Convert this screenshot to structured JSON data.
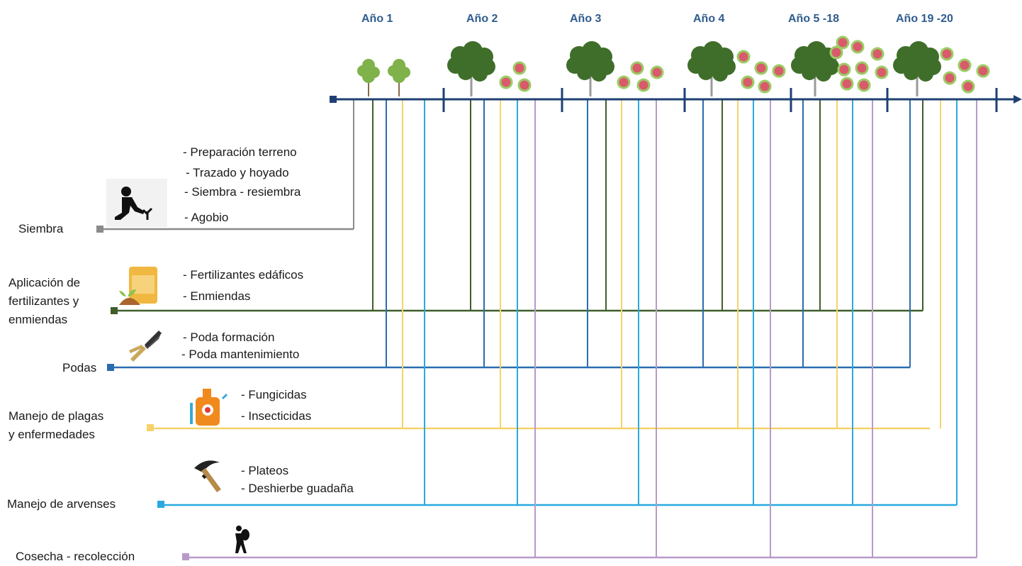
{
  "years": [
    "Año 1",
    "Año 2",
    "Año 3",
    "Año 4",
    "Año 5 -18",
    "Año 19 -20"
  ],
  "categories": [
    {
      "key": "siembra",
      "label_lines": [
        "Siembra"
      ],
      "color": "#8a8a8a",
      "items": [
        "- Preparación terreno",
        "- Trazado y hoyado",
        "- Siembra     - resiembra",
        "- Agobio"
      ],
      "icon": "person-planting-icon"
    },
    {
      "key": "fertilizacion",
      "label_lines": [
        "Aplicación de",
        "fertilizantes y",
        "enmiendas"
      ],
      "color": "#3f5f2a",
      "items": [
        "- Fertilizantes edáficos",
        "- Enmiendas"
      ],
      "icon": "fertilizer-bag-icon"
    },
    {
      "key": "podas",
      "label_lines": [
        "Podas"
      ],
      "color": "#2b6cb0",
      "items": [
        "- Poda formación",
        "- Poda mantenimiento"
      ],
      "icon": "pruning-shears-icon"
    },
    {
      "key": "plagas",
      "label_lines": [
        "Manejo de plagas",
        "y enfermedades"
      ],
      "color": "#f5d36a",
      "items": [
        "- Fungicidas",
        "- Insecticidas"
      ],
      "icon": "sprayer-icon"
    },
    {
      "key": "arvenses",
      "label_lines": [
        "Manejo de arvenses"
      ],
      "color": "#29a9e0",
      "items": [
        "- Plateos",
        "- Deshierbe guadaña"
      ],
      "icon": "pickaxe-icon"
    },
    {
      "key": "cosecha",
      "label_lines": [
        "Cosecha   - recolección"
      ],
      "color": "#b89ac9",
      "items": [],
      "icon": "harvester-icon"
    }
  ],
  "colors": {
    "timeline": "#1f3f73",
    "year_label": "#2f5c8f",
    "tree": "#3f6e2a",
    "fruit": "#d95b6b"
  }
}
